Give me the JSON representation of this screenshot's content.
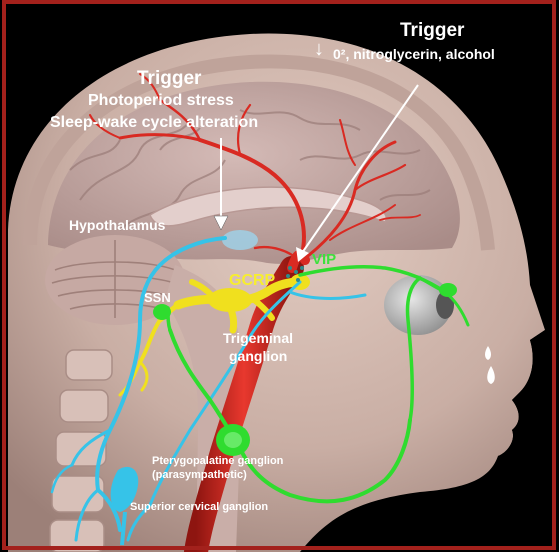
{
  "labels": {
    "trigger_right_title": "Trigger",
    "trigger_right_text": "0², nitroglycerin, alcohol",
    "trigger_right_arrow": "↓",
    "trigger_left_title": "Trigger",
    "trigger_left_line1": "Photoperiod stress",
    "trigger_left_line2": "Sleep-wake cycle alteration",
    "hypothalamus": "Hypothalamus",
    "vip": "VIP",
    "gcrp": "GCRP",
    "ssn": "SSN",
    "trigeminal_line1": "Trigeminal",
    "trigeminal_line2": "ganglion",
    "pterygopalatine_line1": "Pterygopalatine ganglion",
    "pterygopalatine_line2": "(parasympathetic)",
    "superior_cervical": "Superior cervical ganglion"
  },
  "colors": {
    "frame": "#a3211c",
    "skin": "#d3b9ae",
    "brain": "#c4a8a4",
    "artery": "#d92a22",
    "parasympathetic": "#2fdc2f",
    "sympathetic": "#36c3e8",
    "trigeminal": "#f0e01e",
    "label_white": "#ffffff",
    "label_yellow": "#f7ee2e",
    "label_green": "#3ee03e"
  }
}
